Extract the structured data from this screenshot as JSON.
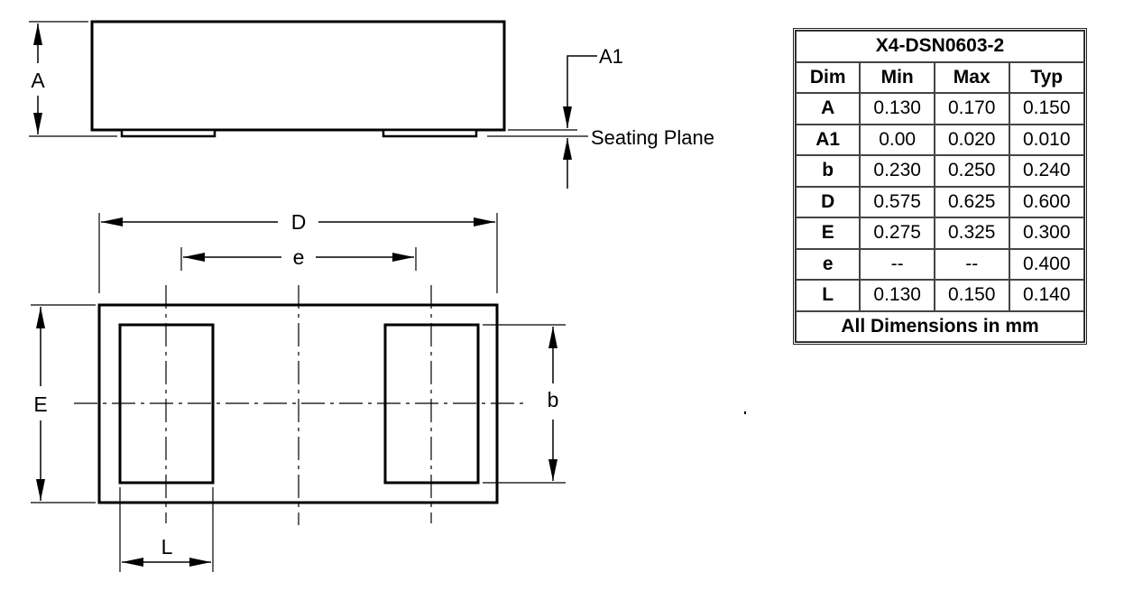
{
  "drawing": {
    "labels": {
      "A": "A",
      "A1": "A1",
      "seating_plane": "Seating Plane",
      "D": "D",
      "e": "e",
      "E": "E",
      "b": "b",
      "L": "L"
    }
  },
  "table": {
    "title": "X4-DSN0603-2",
    "headers": [
      "Dim",
      "Min",
      "Max",
      "Typ"
    ],
    "rows": [
      {
        "dim": "A",
        "min": "0.130",
        "max": "0.170",
        "typ": "0.150"
      },
      {
        "dim": "A1",
        "min": "0.00",
        "max": "0.020",
        "typ": "0.010"
      },
      {
        "dim": "b",
        "min": "0.230",
        "max": "0.250",
        "typ": "0.240"
      },
      {
        "dim": "D",
        "min": "0.575",
        "max": "0.625",
        "typ": "0.600"
      },
      {
        "dim": "E",
        "min": "0.275",
        "max": "0.325",
        "typ": "0.300"
      },
      {
        "dim": "e",
        "min": "--",
        "max": "--",
        "typ": "0.400"
      },
      {
        "dim": "L",
        "min": "0.130",
        "max": "0.150",
        "typ": "0.140"
      }
    ],
    "footer": "All Dimensions in mm"
  }
}
